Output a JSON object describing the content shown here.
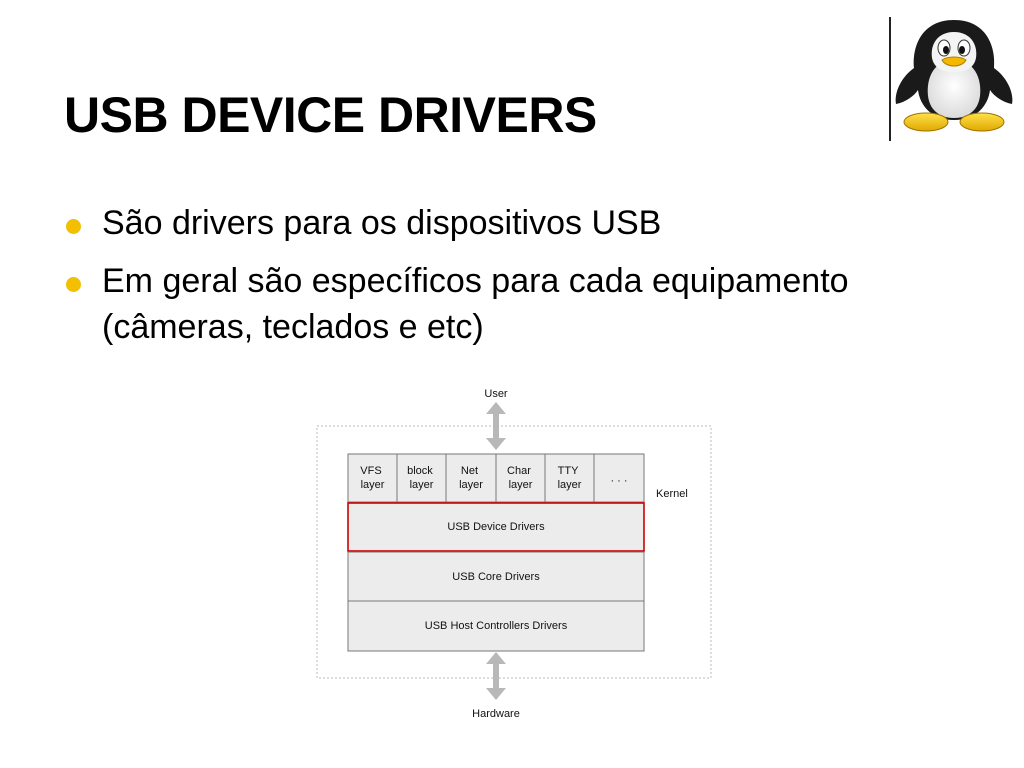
{
  "slide": {
    "title": "USB DEVICE DRIVERS",
    "bullets": [
      "São drivers para os dispositivos USB",
      "Em geral são específicos para cada equipamento (câmeras, teclados e etc)"
    ],
    "bullet_color": "#f2c000"
  },
  "logo": {
    "icon": "tux-penguin-icon"
  },
  "diagram": {
    "top_label": "User",
    "bottom_label": "Hardware",
    "kernel_label": "Kernel",
    "layers": [
      [
        "VFS",
        "layer"
      ],
      [
        "block",
        "layer"
      ],
      [
        "Net",
        "layer"
      ],
      [
        "Char",
        "layer"
      ],
      [
        "TTY",
        "layer"
      ],
      [
        "· · ·"
      ]
    ],
    "device_drivers": "USB Device Drivers",
    "core_drivers": "USB Core Drivers",
    "host_drivers": "USB Host Controllers Drivers",
    "highlight_color": "#d00000",
    "box_fill": "#ececec"
  }
}
